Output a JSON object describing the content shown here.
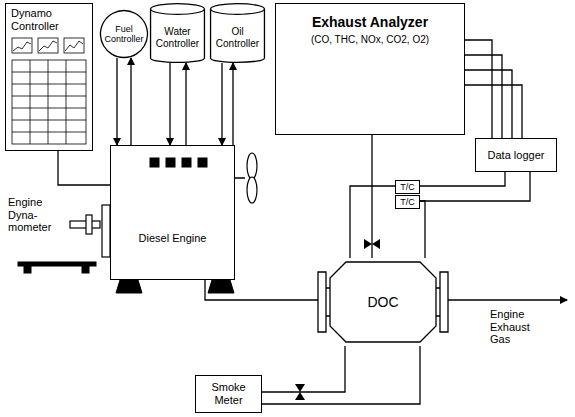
{
  "diagram": {
    "nodes": [
      {
        "text": [
          "Dynamo Controller"
        ]
      },
      {
        "text": [
          "Fuel Controller"
        ]
      },
      {
        "text": [
          "Water Controller"
        ]
      },
      {
        "text": [
          "Oil Controller"
        ]
      },
      {
        "text": [
          "Exhaust Analyzer",
          "(CO, THC, NOx, CO2, O2)"
        ]
      },
      {
        "text": [
          "Data logger"
        ]
      },
      {
        "text": [
          "T/C"
        ]
      },
      {
        "text": [
          "T/C"
        ]
      },
      {
        "text": [
          "Diesel Engine"
        ]
      },
      {
        "text": [
          "DOC"
        ]
      },
      {
        "text": [
          "Smoke Meter"
        ]
      }
    ],
    "edges": [
      {
        "from": 0,
        "to": 8,
        "arrow": "none"
      },
      {
        "from": 1,
        "to": 8,
        "arrow": "to"
      },
      {
        "from": 8,
        "to": 1,
        "arrow": "to"
      },
      {
        "from": 2,
        "to": 8,
        "arrow": "to"
      },
      {
        "from": 8,
        "to": 2,
        "arrow": "to"
      },
      {
        "from": 3,
        "to": 8,
        "arrow": "to"
      },
      {
        "from": 8,
        "to": 3,
        "arrow": "to"
      },
      {
        "from": 4,
        "to": 5,
        "arrow": "none"
      },
      {
        "from": 4,
        "to": 5,
        "arrow": "none"
      },
      {
        "from": 4,
        "to": 5,
        "arrow": "none"
      },
      {
        "from": 4,
        "to": 5,
        "arrow": "none"
      },
      {
        "from": 4,
        "to": 9,
        "arrow": "none"
      },
      {
        "from": 6,
        "to": 5,
        "arrow": "none"
      },
      {
        "from": 7,
        "to": 5,
        "arrow": "none"
      },
      {
        "from": 6,
        "to": 9,
        "arrow": "none"
      },
      {
        "from": 7,
        "to": 9,
        "arrow": "none"
      },
      {
        "from": 8,
        "to": 9,
        "arrow": "none"
      },
      {
        "from": 9,
        "to": 10,
        "arrow": "none"
      },
      {
        "from": 9,
        "to": 10,
        "arrow": "none"
      }
    ],
    "labels": [
      "Engine Dyna- mometer",
      "Engine Exhaust Gas"
    ]
  }
}
